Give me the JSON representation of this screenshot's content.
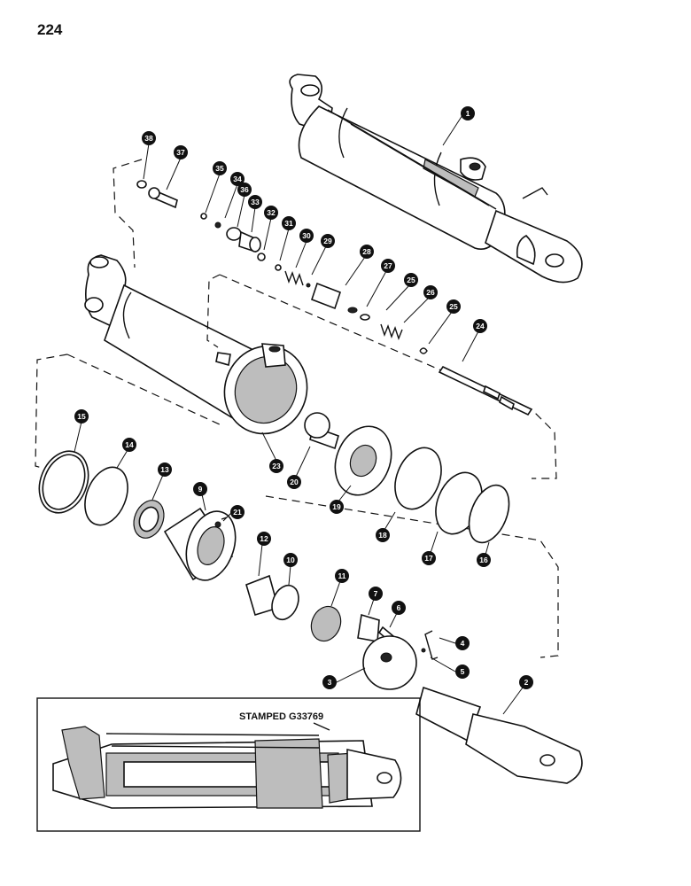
{
  "page": {
    "number": "224"
  },
  "inset": {
    "stamp_label": "STAMPED G33769"
  },
  "callouts": [
    "1",
    "2",
    "3",
    "4",
    "5",
    "6",
    "7",
    "9",
    "10",
    "11",
    "12",
    "13",
    "14",
    "15",
    "16",
    "17",
    "18",
    "19",
    "20",
    "21",
    "23",
    "24",
    "25",
    "25",
    "26",
    "27",
    "28",
    "29",
    "30",
    "31",
    "32",
    "33",
    "34",
    "35",
    "36",
    "37",
    "38"
  ]
}
